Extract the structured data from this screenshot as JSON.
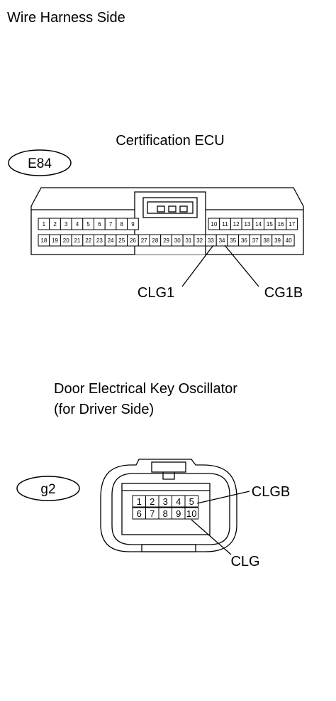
{
  "page": {
    "title": "Wire Harness Side"
  },
  "connector_1": {
    "name": "Certification ECU",
    "code": "E84",
    "pins_top": [
      "1",
      "2",
      "3",
      "4",
      "5",
      "6",
      "7",
      "8",
      "9",
      "10",
      "11",
      "12",
      "13",
      "14",
      "15",
      "16",
      "17"
    ],
    "pins_bottom": [
      "18",
      "19",
      "20",
      "21",
      "22",
      "23",
      "24",
      "25",
      "26",
      "27",
      "28",
      "29",
      "30",
      "31",
      "32",
      "33",
      "34",
      "35",
      "36",
      "37",
      "38",
      "39",
      "40"
    ],
    "terminal_labels": [
      "CLG1",
      "CG1B"
    ],
    "terminal_pins": [
      "33",
      "34"
    ]
  },
  "connector_2": {
    "name_line1": "Door Electrical Key Oscillator",
    "name_line2": "(for Driver Side)",
    "code": "g2",
    "pins_top": [
      "1",
      "2",
      "3",
      "4",
      "5"
    ],
    "pins_bottom": [
      "6",
      "7",
      "8",
      "9",
      "10"
    ],
    "terminal_labels": [
      "CLGB",
      "CLG"
    ],
    "terminal_pins": [
      "5",
      "10"
    ]
  }
}
